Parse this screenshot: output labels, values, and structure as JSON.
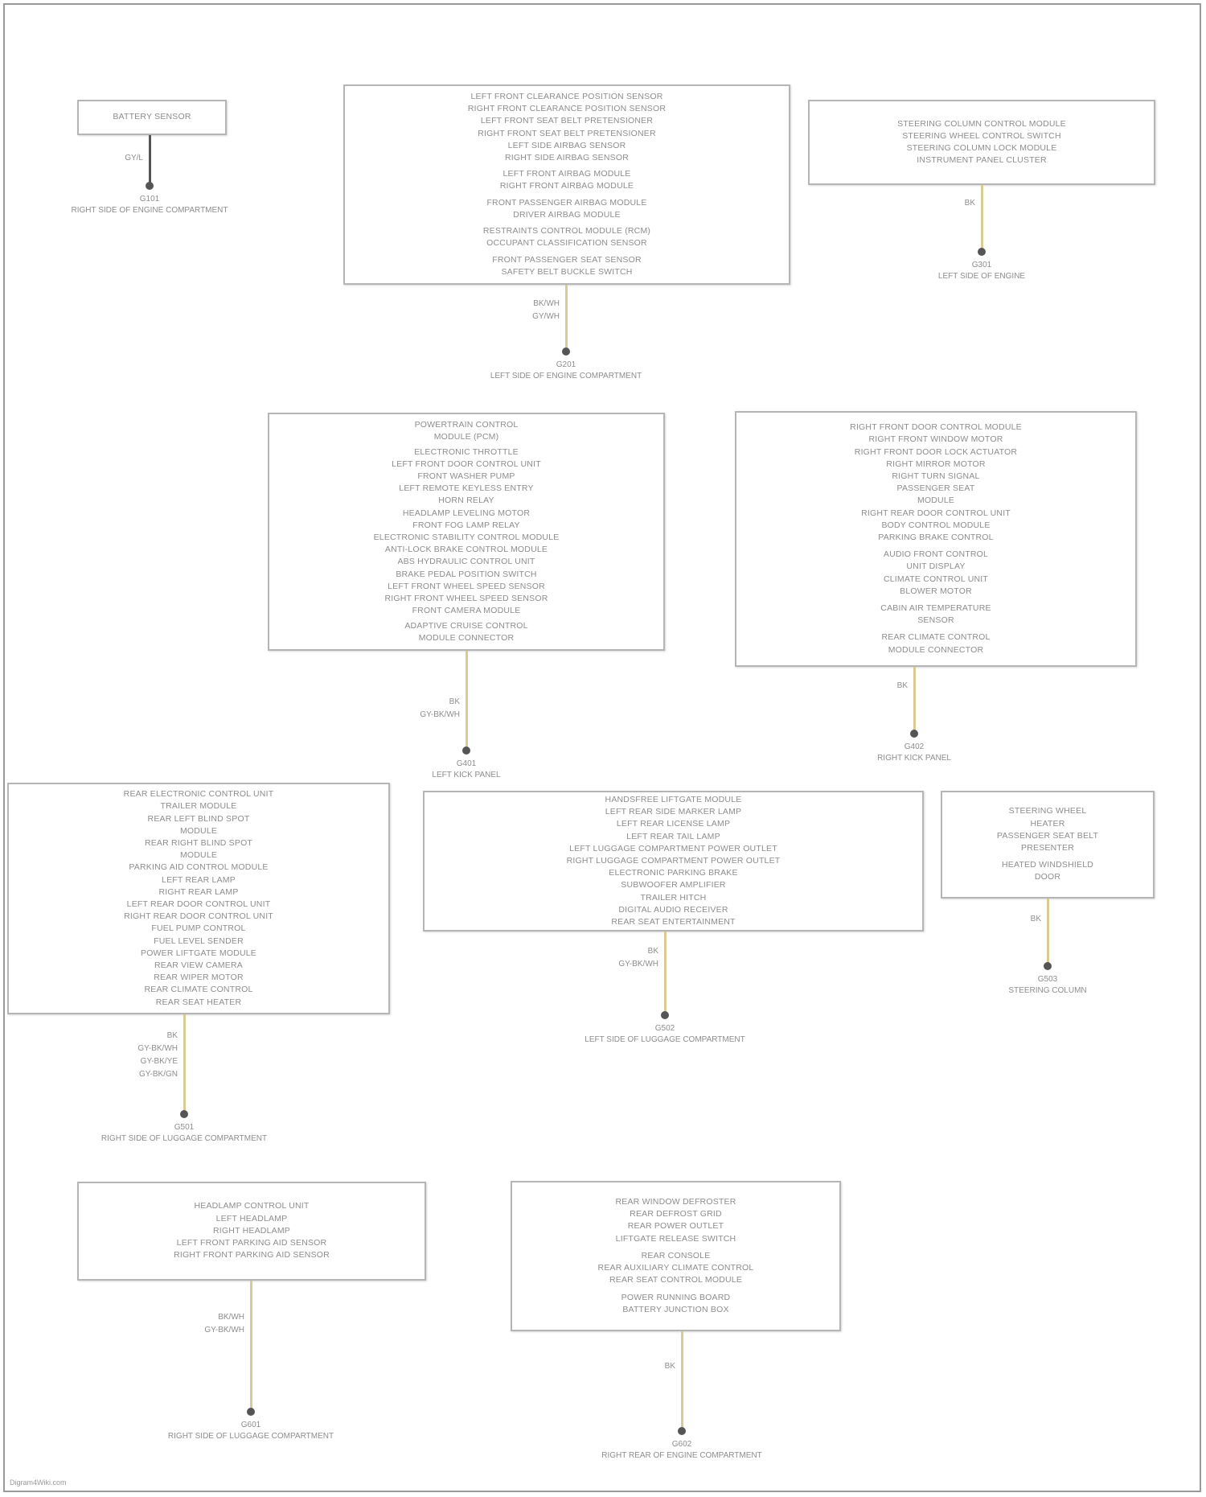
{
  "diagram": {
    "watermark": "Digram4Wiki.com",
    "boxes": [
      {
        "id": "b1",
        "lines": [
          "BATTERY SENSOR"
        ]
      },
      {
        "id": "b2",
        "lines": [
          "LEFT FRONT CLEARANCE POSITION SENSOR",
          "RIGHT FRONT CLEARANCE POSITION SENSOR",
          "LEFT FRONT SEAT BELT PRETENSIONER",
          "RIGHT FRONT SEAT BELT PRETENSIONER",
          "LEFT SIDE AIRBAG SENSOR",
          "RIGHT SIDE AIRBAG SENSOR",
          "",
          "LEFT FRONT AIRBAG MODULE",
          "RIGHT FRONT AIRBAG MODULE",
          "",
          "FRONT PASSENGER AIRBAG MODULE",
          "DRIVER AIRBAG MODULE",
          "",
          "RESTRAINTS CONTROL MODULE (RCM)",
          "OCCUPANT CLASSIFICATION SENSOR",
          "",
          "FRONT PASSENGER SEAT SENSOR",
          "SAFETY BELT BUCKLE SWITCH"
        ]
      },
      {
        "id": "b3",
        "lines": [
          "STEERING COLUMN CONTROL MODULE",
          "STEERING WHEEL CONTROL SWITCH",
          "STEERING COLUMN LOCK MODULE",
          "INSTRUMENT PANEL CLUSTER"
        ]
      },
      {
        "id": "b4",
        "lines": [
          "POWERTRAIN CONTROL",
          "MODULE (PCM)",
          "",
          "ELECTRONIC THROTTLE",
          "LEFT FRONT DOOR CONTROL UNIT",
          "FRONT WASHER PUMP",
          "LEFT REMOTE KEYLESS ENTRY",
          "HORN RELAY",
          "HEADLAMP LEVELING MOTOR",
          "FRONT FOG LAMP RELAY",
          "ELECTRONIC STABILITY CONTROL MODULE",
          "ANTI-LOCK BRAKE CONTROL MODULE",
          "ABS HYDRAULIC CONTROL UNIT",
          "BRAKE PEDAL POSITION SWITCH",
          "LEFT FRONT WHEEL SPEED SENSOR",
          "RIGHT FRONT WHEEL SPEED SENSOR",
          "FRONT CAMERA MODULE",
          "",
          "ADAPTIVE CRUISE CONTROL",
          "MODULE CONNECTOR"
        ]
      },
      {
        "id": "b5",
        "lines": [
          "RIGHT FRONT DOOR CONTROL MODULE",
          "RIGHT FRONT WINDOW MOTOR",
          "RIGHT FRONT DOOR LOCK ACTUATOR",
          "RIGHT MIRROR MOTOR",
          "RIGHT TURN SIGNAL",
          "PASSENGER SEAT",
          "MODULE",
          "RIGHT REAR DOOR CONTROL UNIT",
          "BODY CONTROL MODULE",
          "PARKING BRAKE CONTROL",
          "",
          "AUDIO FRONT CONTROL",
          "UNIT DISPLAY",
          "CLIMATE CONTROL UNIT",
          "BLOWER MOTOR",
          "",
          "CABIN AIR TEMPERATURE",
          "SENSOR",
          "",
          "REAR CLIMATE CONTROL",
          "MODULE CONNECTOR"
        ]
      },
      {
        "id": "b6",
        "lines": [
          "REAR ELECTRONIC CONTROL UNIT",
          "TRAILER MODULE",
          "REAR LEFT BLIND SPOT",
          "MODULE",
          "REAR RIGHT BLIND SPOT",
          "MODULE",
          "PARKING AID CONTROL MODULE",
          "LEFT REAR LAMP",
          "RIGHT REAR LAMP",
          "LEFT REAR DOOR CONTROL UNIT",
          "RIGHT REAR DOOR CONTROL UNIT",
          "FUEL PUMP CONTROL",
          "FUEL LEVEL SENDER",
          "POWER LIFTGATE MODULE",
          "REAR VIEW CAMERA",
          "",
          "REAR WIPER MOTOR",
          "",
          "REAR CLIMATE CONTROL",
          "REAR SEAT HEATER"
        ]
      },
      {
        "id": "b7",
        "lines": [
          "HANDSFREE LIFTGATE MODULE",
          "LEFT REAR SIDE MARKER LAMP",
          "LEFT REAR LICENSE LAMP",
          "LEFT REAR TAIL LAMP",
          "LEFT LUGGAGE COMPARTMENT POWER OUTLET",
          "RIGHT LUGGAGE COMPARTMENT POWER OUTLET",
          "ELECTRONIC PARKING BRAKE",
          "SUBWOOFER AMPLIFIER",
          "TRAILER HITCH",
          "DIGITAL AUDIO RECEIVER",
          "REAR SEAT ENTERTAINMENT"
        ]
      },
      {
        "id": "b8",
        "lines": [
          "STEERING WHEEL",
          "HEATER",
          "PASSENGER SEAT BELT",
          "PRESENTER",
          "",
          "HEATED WINDSHIELD",
          "DOOR"
        ]
      },
      {
        "id": "b9",
        "lines": [
          "HEADLAMP CONTROL UNIT",
          "LEFT HEADLAMP",
          "RIGHT HEADLAMP",
          "LEFT FRONT PARKING AID SENSOR",
          "RIGHT FRONT PARKING AID SENSOR"
        ]
      },
      {
        "id": "b10",
        "lines": [
          "REAR WINDOW DEFROSTER",
          "REAR DEFROST GRID",
          "REAR POWER OUTLET",
          "LIFTGATE RELEASE SWITCH",
          "",
          "REAR CONSOLE",
          "REAR AUXILIARY CLIMATE CONTROL",
          "REAR SEAT CONTROL MODULE",
          "",
          "POWER RUNNING BOARD",
          "BATTERY JUNCTION BOX"
        ]
      }
    ],
    "connectors": [
      {
        "id": "c1",
        "wire_labels": [
          "GY/L"
        ],
        "ground_id": "G101",
        "location": "RIGHT SIDE OF ENGINE COMPARTMENT",
        "wire_color": "#555555"
      },
      {
        "id": "c2",
        "wire_labels": [
          "BK/WH",
          "GY/WH"
        ],
        "ground_id": "G201",
        "location": "LEFT SIDE OF ENGINE COMPARTMENT",
        "wire_color": "#d8cc94"
      },
      {
        "id": "c3",
        "wire_labels": [
          "BK"
        ],
        "ground_id": "G301",
        "location": "LEFT SIDE OF ENGINE",
        "wire_color": "#d8cc94"
      },
      {
        "id": "c4",
        "wire_labels": [
          "BK",
          "GY-BK/WH"
        ],
        "ground_id": "G401",
        "location": "LEFT KICK PANEL",
        "wire_color": "#d8cc94"
      },
      {
        "id": "c5",
        "wire_labels": [
          "BK"
        ],
        "ground_id": "G402",
        "location": "RIGHT KICK PANEL",
        "wire_color": "#d8cc94"
      },
      {
        "id": "c6",
        "wire_labels": [
          "BK",
          "GY-BK/WH",
          "GY-BK/YE",
          "GY-BK/GN"
        ],
        "ground_id": "G501",
        "location": "RIGHT SIDE OF LUGGAGE COMPARTMENT",
        "wire_color": "#d8cc94"
      },
      {
        "id": "c7",
        "wire_labels": [
          "BK",
          "GY-BK/WH"
        ],
        "ground_id": "G502",
        "location": "LEFT SIDE OF LUGGAGE COMPARTMENT",
        "wire_color": "#d8cc94"
      },
      {
        "id": "c8",
        "wire_labels": [
          "BK"
        ],
        "ground_id": "G503",
        "location": "STEERING COLUMN",
        "wire_color": "#d8cc94"
      },
      {
        "id": "c9",
        "wire_labels": [
          "BK/WH",
          "GY-BK/WH"
        ],
        "ground_id": "G601",
        "location": "RIGHT SIDE OF LUGGAGE COMPARTMENT",
        "wire_color": "#d8cc94"
      },
      {
        "id": "c10",
        "wire_labels": [
          "BK"
        ],
        "ground_id": "G602",
        "location": "RIGHT REAR OF ENGINE COMPARTMENT",
        "wire_color": "#d8cc94"
      }
    ]
  }
}
